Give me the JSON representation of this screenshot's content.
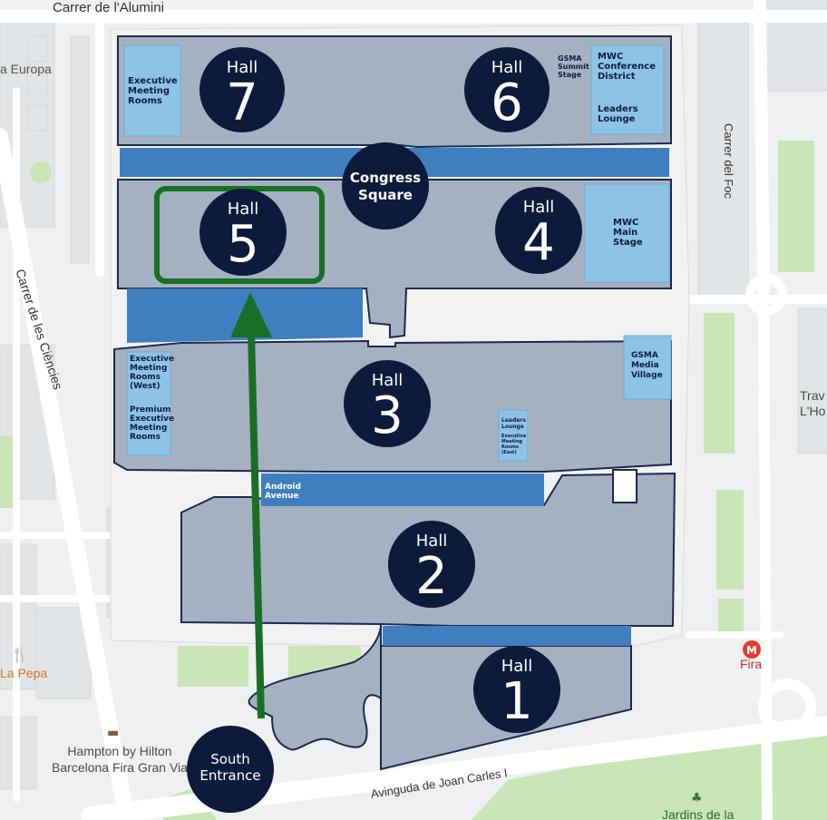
{
  "streets": {
    "alumini": "Carrer de l'Alumini",
    "ciencies": "Carrer de les Ciències",
    "foc": "Carrer del Foc",
    "joan_carles": "Avinguda de Joan Carles I"
  },
  "pois": {
    "europa": "a Europa",
    "travessera": "Trav\nL'Ho",
    "la_pepa": "La Pepa",
    "hampton_line1": "Hampton by Hilton",
    "hampton_line2": "Barcelona Fira Gran Via",
    "fira": "Fira",
    "jardins": "Jardins de la"
  },
  "halls": [
    {
      "label": "Hall",
      "number": "7"
    },
    {
      "label": "Hall",
      "number": "6"
    },
    {
      "label": "Hall",
      "number": "5"
    },
    {
      "label": "Hall",
      "number": "4"
    },
    {
      "label": "Hall",
      "number": "3"
    },
    {
      "label": "Hall",
      "number": "2"
    },
    {
      "label": "Hall",
      "number": "1"
    }
  ],
  "congress": {
    "line1": "Congress",
    "line2": "Square"
  },
  "entrance": {
    "line1": "South",
    "line2": "Entrance"
  },
  "rooms": {
    "exec7": "Executive\nMeeting\nRooms",
    "gsma_summit": "GSMA\nSummit\nStage",
    "mwc_conf": "MWC\nConference\nDistrict",
    "leaders_lounge": "Leaders\nLounge",
    "mwc_main": "MWC\nMain\nStage",
    "exec_west": "Executive\nMeeting\nRooms\n(West)",
    "premium": "Premium\nExecutive\nMeeting\nRooms",
    "gsma_media": "GSMA\nMedia\nVillage",
    "leaders_small": "Leaders\nLounge",
    "exec_east": "Executive\nMeeting\nRooms\n(East)",
    "android": "Android\nAvenue"
  },
  "colors": {
    "hall_fill": "#a5b1c0",
    "hall_border": "#1a2a52",
    "walkway": "#3f7fc0",
    "room_fill": "#8ec3e8",
    "circle": "#0c1a3c",
    "route": "#1a6e26",
    "park": "#c8e6b4",
    "road": "#ffffff"
  }
}
